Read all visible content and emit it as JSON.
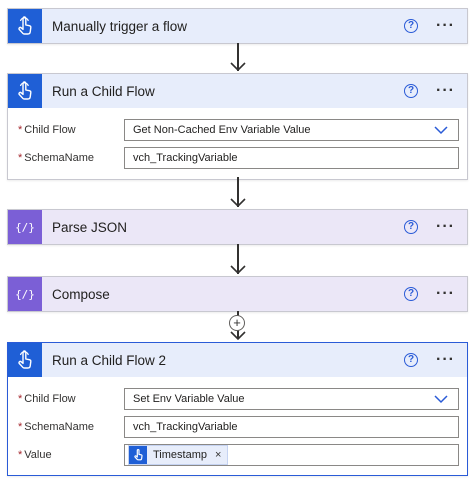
{
  "steps": [
    {
      "title": "Manually trigger a flow",
      "type": "trigger"
    },
    {
      "title": "Run a Child Flow",
      "type": "childflow",
      "params": [
        {
          "label": "Child Flow",
          "value": "Get Non-Cached Env Variable Value"
        },
        {
          "label": "SchemaName",
          "value": "vch_TrackingVariable"
        }
      ]
    },
    {
      "title": "Parse JSON",
      "type": "data"
    },
    {
      "title": "Compose",
      "type": "data"
    },
    {
      "title": "Run a Child Flow 2",
      "type": "childflow",
      "params": [
        {
          "label": "Child Flow",
          "value": "Set Env Variable Value"
        },
        {
          "label": "SchemaName",
          "value": "vch_TrackingVariable"
        },
        {
          "label": "Value",
          "token": "Timestamp"
        }
      ]
    }
  ],
  "help_glyph": "?",
  "more_glyph": "···",
  "required_marker": "*",
  "token_remove": "×",
  "add_step_glyph": "+",
  "colors": {
    "trigger_blue": "#1f5fd6",
    "data_purple": "#7b5fd6",
    "selected_border": "#2a5bd7"
  }
}
